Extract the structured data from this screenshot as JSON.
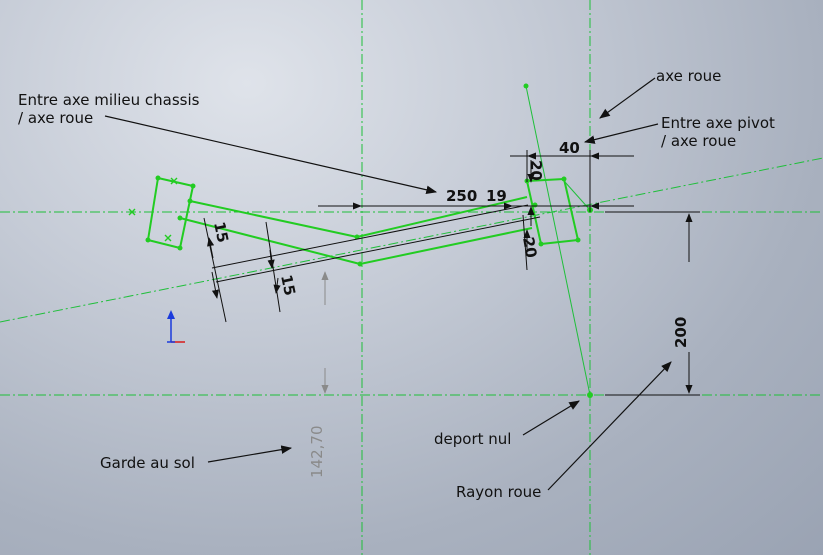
{
  "annotations": {
    "axe_roue": "axe roue",
    "entre_axe_pivot_1": "Entre axe pivot",
    "entre_axe_pivot_2": "/ axe roue",
    "entre_axe_milieu_1": "Entre axe milieu chassis",
    "entre_axe_milieu_2": "/ axe roue",
    "deport_nul": "deport nul",
    "garde_au_sol": "Garde au sol",
    "rayon_roue": "Rayon roue"
  },
  "dimensions": {
    "d40": "40",
    "d250": "250",
    "d19": "19",
    "d20_top": "20",
    "d20_bottom": "20",
    "d15_left": "15",
    "d15_bottom": "15",
    "d200": "200",
    "d142": "142,70"
  },
  "colors": {
    "sketch_green": "#22cc22",
    "centerline_green": "#1fbf3a",
    "dimension_black": "#111111",
    "driven_gray": "#8a8a8a",
    "triad_blue": "#1a3adc",
    "triad_red": "#d81b1b"
  }
}
